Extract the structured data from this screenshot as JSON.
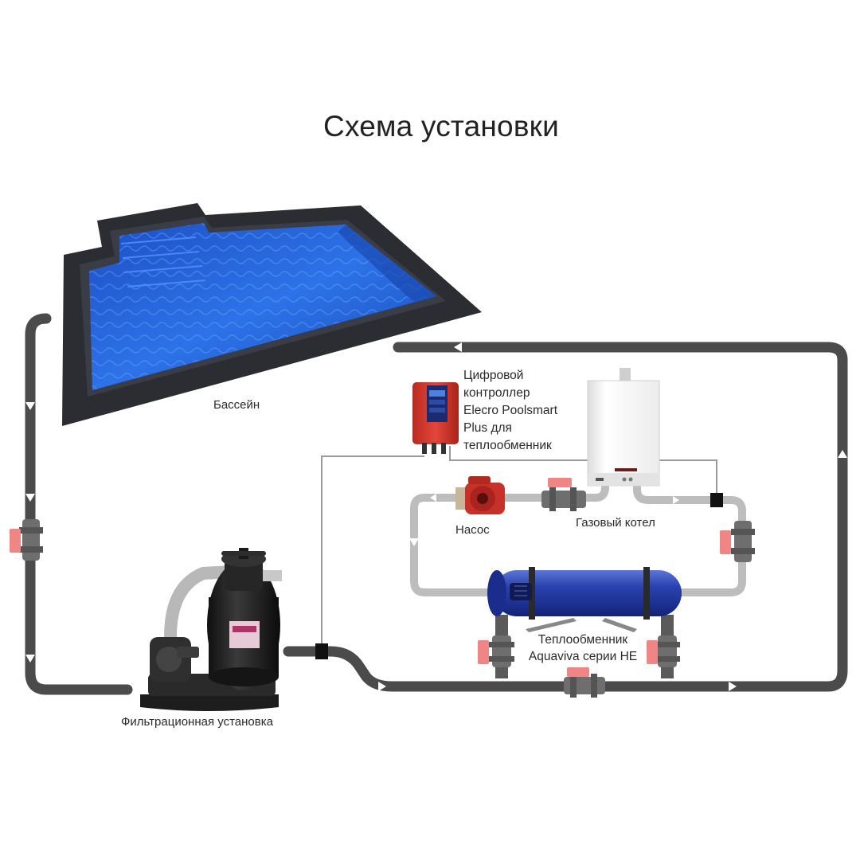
{
  "diagram": {
    "title": "Схема установки",
    "labels": {
      "pool": "Бассейн",
      "filter": "Фильтрационная установка",
      "controller_line1": "Цифровой",
      "controller_line2": "контроллер",
      "controller_line3": "Elecro Poolsmart",
      "controller_line4": "Plus для",
      "controller_line5": "теплообменник",
      "pump": "Насос",
      "boiler": "Газовый котел",
      "heat_exchanger_line1": "Теплообменник",
      "heat_exchanger_line2": "Aquaviva серии HE"
    }
  },
  "colors": {
    "pipe_main": "#4a4a4a",
    "pipe_heating": "#b9b9b9",
    "water": "#1f5fd6",
    "pool_rim": "#2b2d33",
    "valve_handle": "#f08585",
    "controller": "#d83a2c",
    "heat_exchanger": "#243a9c",
    "boiler": "#f4f4f4",
    "pump_red": "#c8312a"
  },
  "icons": {
    "pool": "pool-icon",
    "filter": "sand-filter-icon",
    "controller": "controller-icon",
    "boiler": "gas-boiler-icon",
    "pump": "circulation-pump-icon",
    "heat_exchanger": "heat-exchanger-icon",
    "valve": "ball-valve-icon"
  }
}
